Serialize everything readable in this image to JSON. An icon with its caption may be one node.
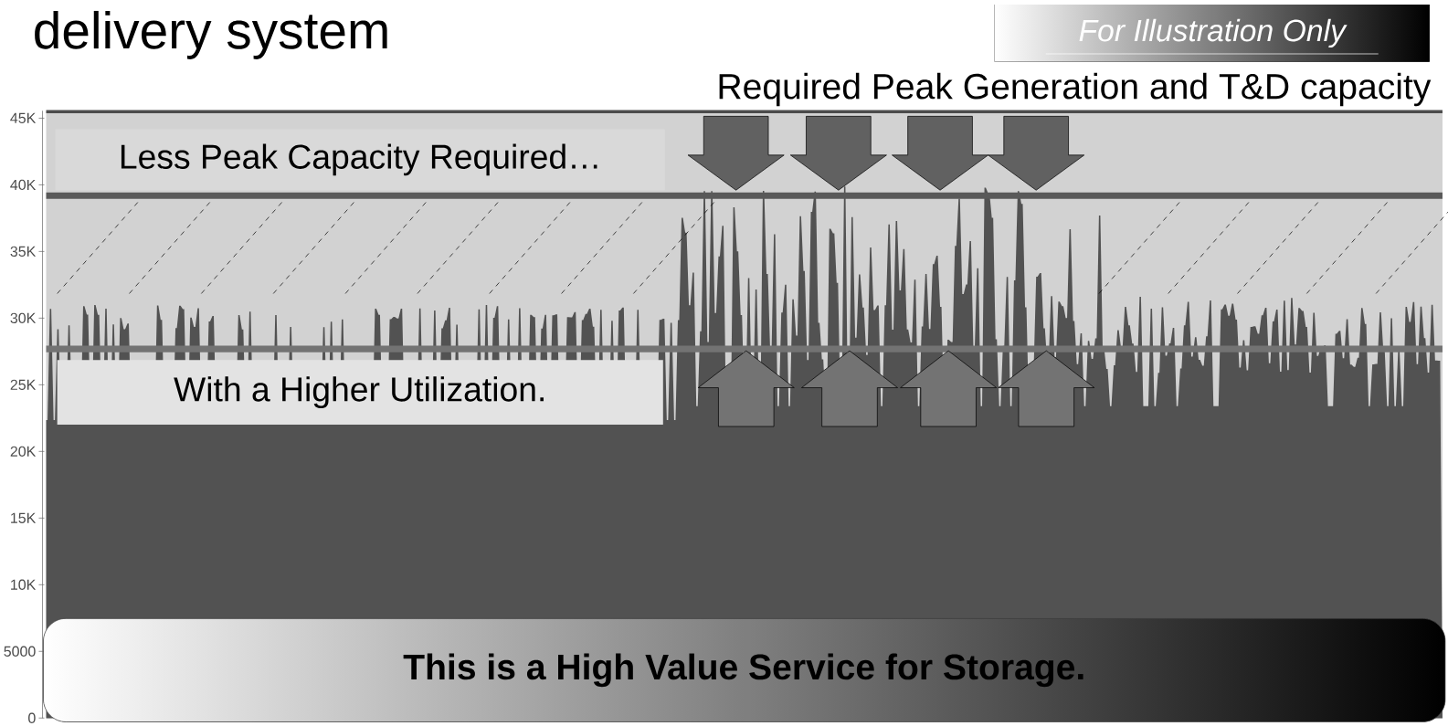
{
  "diagram": {
    "title": "delivery system",
    "nodes": [
      {
        "text": [
          "For Illustration Only"
        ]
      },
      {
        "text": [
          "Less Peak Capacity Required…"
        ]
      },
      {
        "text": [
          "With a Higher Utilization."
        ]
      },
      {
        "text": [
          "This is a High Value Service for Storage."
        ]
      }
    ],
    "labels": [
      "Required Peak Generation and T&D capacity",
      "45K",
      "40K",
      "35K",
      "30K",
      "25K",
      "20K",
      "15K",
      "10K",
      "5000",
      "0"
    ]
  }
}
